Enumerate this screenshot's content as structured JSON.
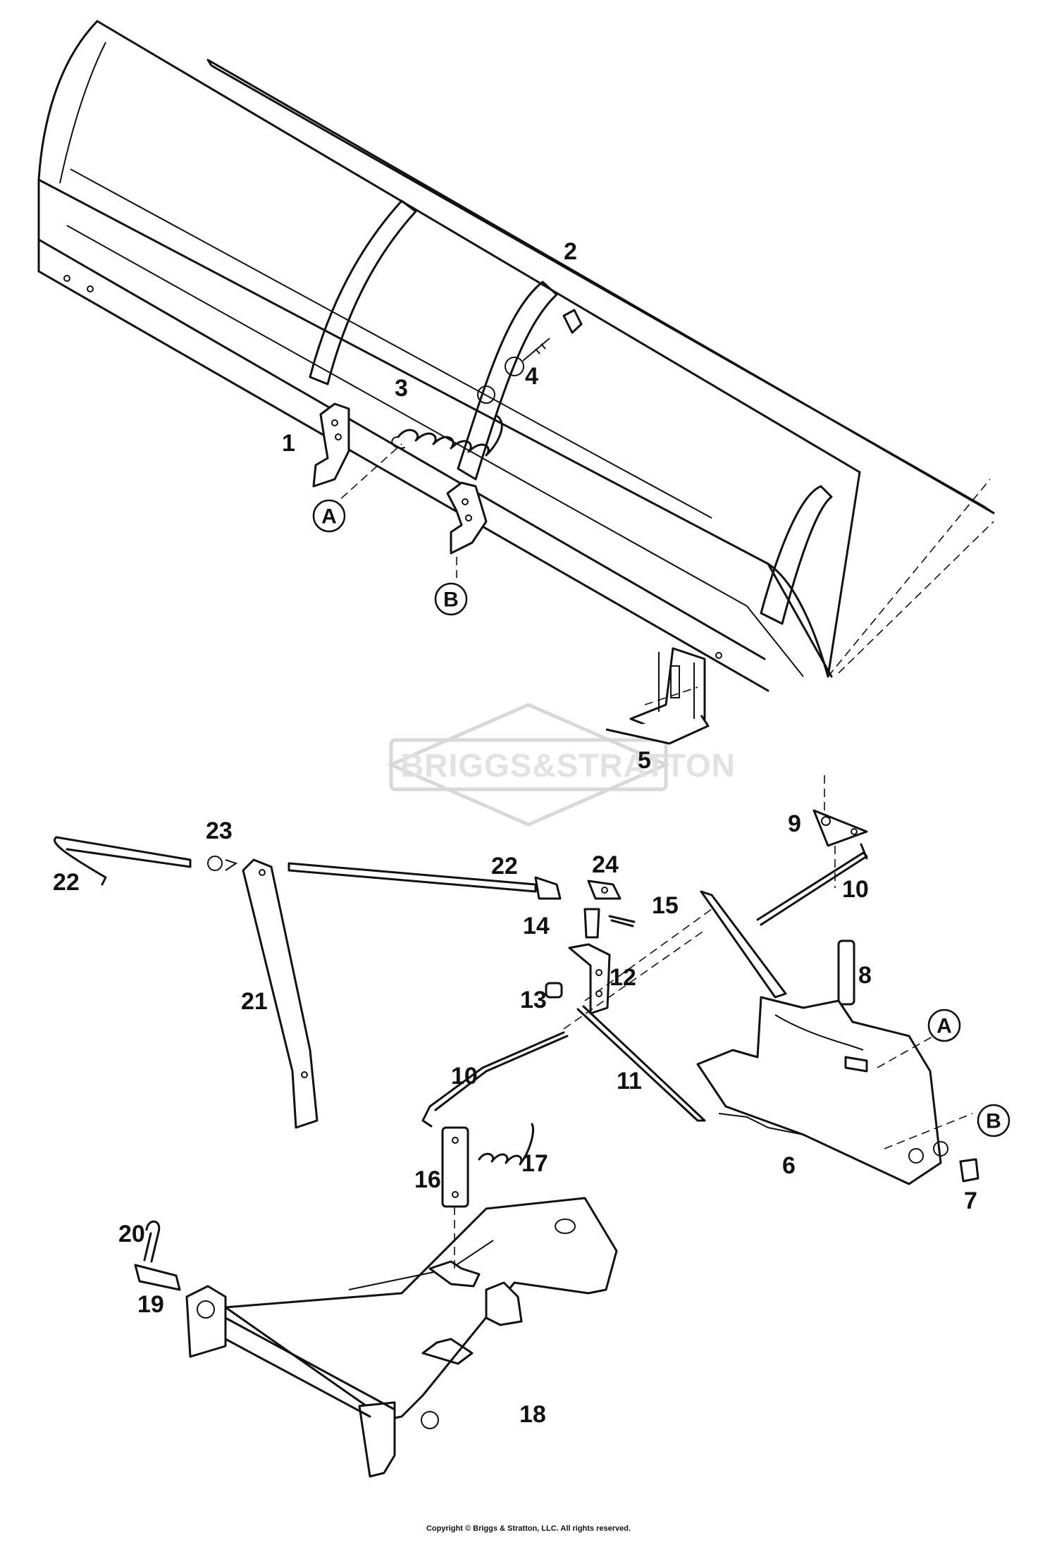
{
  "watermark": {
    "text": "BRIGGS&STRATTON"
  },
  "callouts": {
    "n1": "1",
    "n2": "2",
    "n3": "3",
    "n4": "4",
    "n5": "5",
    "n6": "6",
    "n7": "7",
    "n8": "8",
    "n9": "9",
    "n10a": "10",
    "n10b": "10",
    "n11": "11",
    "n12": "12",
    "n13": "13",
    "n14": "14",
    "n15": "15",
    "n16": "16",
    "n17": "17",
    "n18": "18",
    "n19": "19",
    "n20": "20",
    "n21": "21",
    "n22a": "22",
    "n22b": "22",
    "n23": "23",
    "n24": "24"
  },
  "refs": {
    "a1": "A",
    "a2": "A",
    "b1": "B",
    "b2": "B"
  },
  "copyright": "Copyright © Briggs & Stratton, LLC. All rights reserved."
}
